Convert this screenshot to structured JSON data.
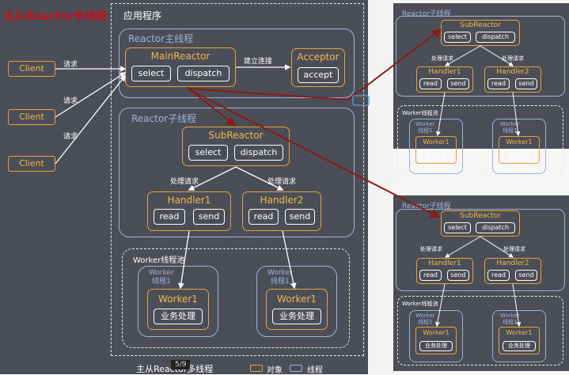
{
  "title": "主从Reactor多线程",
  "app_label": "应用程序",
  "main_thread": "Reactor主线程",
  "sub_thread": "Reactor子线程",
  "main_reactor": {
    "name": "MainReactor",
    "select": "select",
    "dispatch": "dispatch"
  },
  "acceptor": {
    "name": "Acceptor",
    "accept": "accept"
  },
  "connect_label": "建立连接",
  "clients": [
    "Client",
    "Client",
    "Client"
  ],
  "request_label": "请求",
  "sub_reactor": {
    "name": "SubReactor",
    "select": "select",
    "dispatch": "dispatch"
  },
  "process_label": "处理请求",
  "handlers": [
    {
      "name": "Handler1",
      "read": "read",
      "send": "send"
    },
    {
      "name": "Handler2",
      "read": "read",
      "send": "send"
    }
  ],
  "worker_pool": "Worker线程池",
  "worker_group_label": "Worker\n线程1",
  "worker_name": "Worker1",
  "business": "业务处理",
  "legend": {
    "caption": "主从Reactor多线程",
    "page": "5/9",
    "object": "对象",
    "thread": "线程"
  },
  "colors": {
    "object": "#e1a53f",
    "thread": "#9db1dd",
    "arrow": "#8b1a1a",
    "title": "#c0141c"
  }
}
